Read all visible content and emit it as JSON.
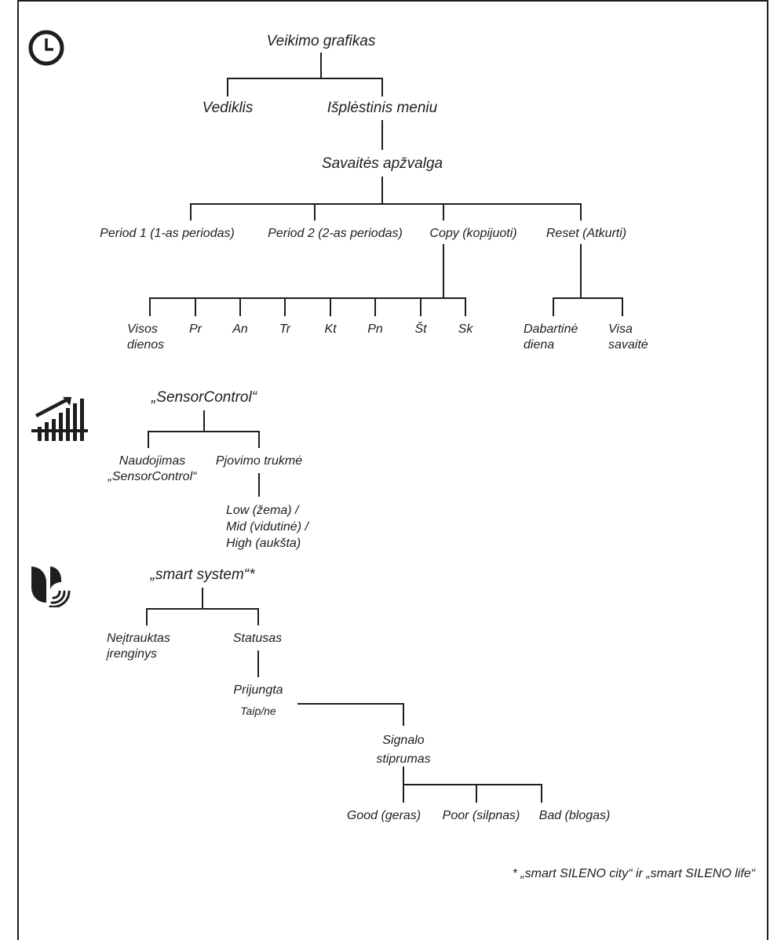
{
  "schedule": {
    "root": "Veikimo grafikas",
    "wizard": "Vediklis",
    "advanced_menu": "Išplėstinis meniu",
    "week_overview": "Savaitės apžvalga",
    "period1": "Period 1 (1-as periodas)",
    "period2": "Period 2 (2-as periodas)",
    "copy": "Copy (kopijuoti)",
    "reset": "Reset (Atkurti)",
    "days": [
      "Visos\ndienos",
      "Pr",
      "An",
      "Tr",
      "Kt",
      "Pn",
      "Št",
      "Sk"
    ],
    "reset_options": [
      "Dabartinė\ndiena",
      "Visa\nsavaitė"
    ]
  },
  "sensor_control": {
    "root": "„SensorControl“",
    "usage": "Naudojimas\n„SensorControl“",
    "cutting_duration": "Pjovimo trukmė",
    "levels": "Low (žema) /\nMid (vidutinė) /\nHigh (aukšta)"
  },
  "smart_system": {
    "root": "„smart system“*",
    "device_included": "Neįtrauktas\nįrenginys",
    "status": "Statusas",
    "connected": "Prijungta",
    "yes_no": "Taip/ne",
    "signal_strength": "Signalo\nstiprumas",
    "good": "Good (geras)",
    "poor": "Poor (silpnas)",
    "bad": "Bad (blogas)"
  },
  "footnote": "* „smart SILENO city“ ir „smart SILENO life“",
  "icons": [
    "clock-icon",
    "sensor-control-icon",
    "smart-system-icon"
  ],
  "colors": {
    "ink": "#1e1e1e",
    "background": "#ffffff"
  }
}
